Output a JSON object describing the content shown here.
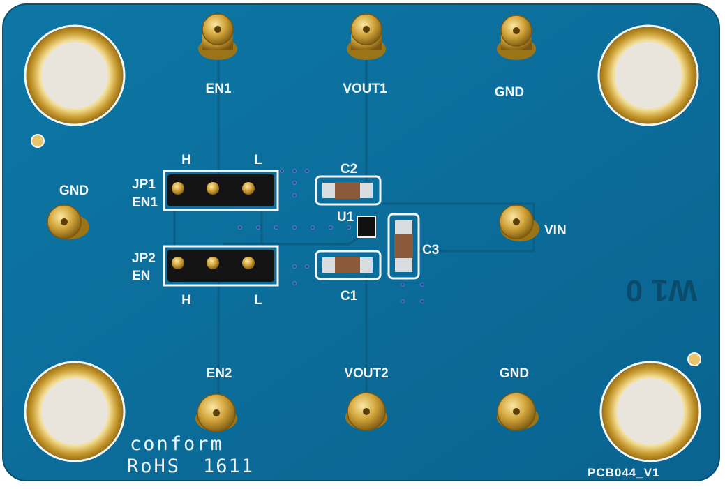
{
  "board": {
    "colors": {
      "substrate": "#0c6f9c",
      "substrate_dark": "#0a5d84",
      "gold": "#c89a2e",
      "gold_light": "#f0d27a",
      "silk": "#f2f6f8",
      "header_black": "#141414",
      "pad_silver": "#d9dde0"
    },
    "labels": {
      "en1": "EN1",
      "vout1": "VOUT1",
      "gnd_top": "GND",
      "gnd_left": "GND",
      "vin": "VIN",
      "en2": "EN2",
      "vout2": "VOUT2",
      "gnd_bottom": "GND",
      "jp1": "JP1",
      "jp1_sub": "EN1",
      "jp2": "JP2",
      "jp2_sub": "EN",
      "h_top": "H",
      "l_top": "L",
      "h_bottom": "H",
      "l_bottom": "L",
      "c1": "C1",
      "c2": "C2",
      "c3": "C3",
      "u1": "U1",
      "conform": "conform",
      "rohs": "RoHS",
      "rohs_code": "1611",
      "pcb_id": "PCB044_V1"
    }
  }
}
